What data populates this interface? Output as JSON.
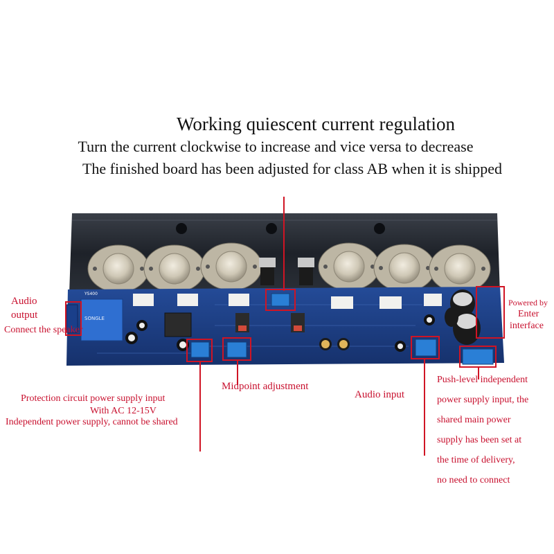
{
  "header": {
    "line1": "Working quiescent current regulation",
    "line2": "Turn the current clockwise to increase and vice versa to decrease",
    "line3": "The finished board has been adjusted for class AB when it is shipped"
  },
  "labels": {
    "audio_output_1": "Audio",
    "audio_output_2": "output",
    "connect_speaker": "Connect the speaker",
    "powered_by": "Powered by",
    "enter_1": "Enter",
    "enter_2": "interface",
    "midpoint": "Midpoint adjustment",
    "audio_input": "Audio input",
    "protection_1": "Protection circuit power supply input",
    "protection_2": "With AC 12-15V",
    "protection_3": "Independent power supply, cannot be shared",
    "push_1": "Push-level independent",
    "push_2": "power supply input, the",
    "push_3": "shared main power",
    "push_4": "supply has been set at",
    "push_5": "the time of delivery,",
    "push_6": "no need to connect"
  },
  "board_text": {
    "pcb_label": "YS400",
    "relay_text": "SONGLE"
  },
  "colors": {
    "annotation_red": "#c8102e",
    "heatsink": "#22262e",
    "pcb_blue": "#1d3f86",
    "transistor_metal": "#c9c3b4"
  }
}
